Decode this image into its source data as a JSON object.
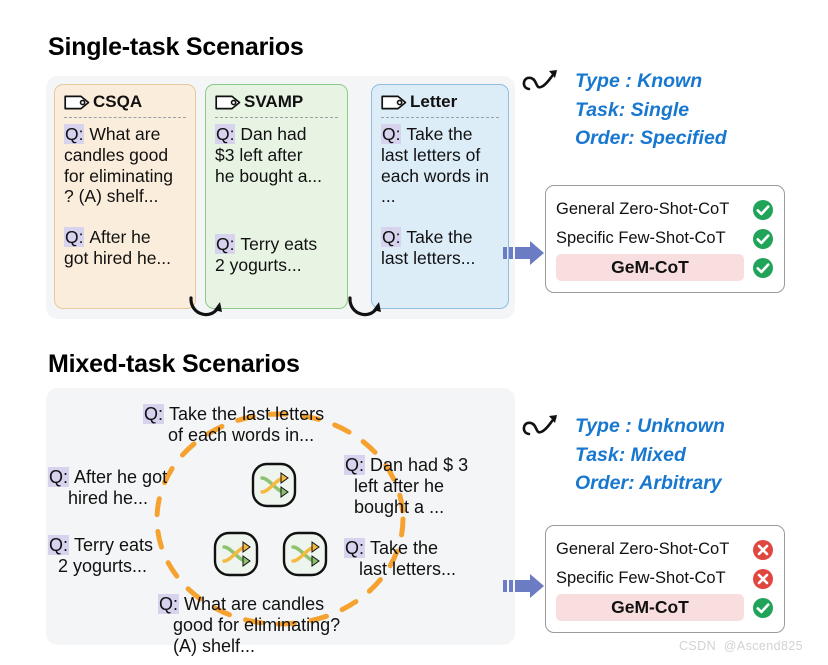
{
  "sections": {
    "single": {
      "title": "Single-task Scenarios",
      "cards": [
        {
          "name": "CSQA",
          "icon": "tag-icon",
          "questions": [
            "Q: What are\ncandles good\nfor eliminating\n? (A) shelf...",
            "Q: After he\ngot hired he..."
          ]
        },
        {
          "name": "SVAMP",
          "icon": "tag-icon",
          "questions": [
            "Q: Dan had\n$3 left after\nhe bought a...",
            "Q: Terry eats\n2 yogurts..."
          ]
        },
        {
          "name": "Letter",
          "icon": "tag-icon",
          "questions": [
            "Q: Take the\nlast letters of\neach words in\n...",
            "Q: Take the\nlast letters..."
          ]
        }
      ],
      "annotation": "Type : Known\nTask: Single\nOrder: Specified",
      "methods": [
        {
          "label": "General Zero-Shot-CoT",
          "status": "check"
        },
        {
          "label": "Specific Few-Shot-CoT",
          "status": "check"
        },
        {
          "label": "GeM-CoT",
          "status": "check",
          "highlight": true
        }
      ]
    },
    "mixed": {
      "title": "Mixed-task Scenarios",
      "questions": [
        "Q: Take the last letters\n      of each words in...",
        "Q: After he got\n     hired he...",
        "Q: Terry eats\n   2 yogurts...",
        "Q: Dan had $ 3\n   left after he\n   bought a ...",
        "Q: Take the\n    last letters...",
        "Q: What are candles\n    good for eliminating?\n    (A) shelf..."
      ],
      "shuffle_icon": "shuffle-icon",
      "annotation": "Type : Unknown\nTask: Mixed\nOrder: Arbitrary",
      "methods": [
        {
          "label": "General Zero-Shot-CoT",
          "status": "cross"
        },
        {
          "label": "Specific Few-Shot-CoT",
          "status": "cross"
        },
        {
          "label": "GeM-CoT",
          "status": "check",
          "highlight": true
        }
      ]
    }
  },
  "watermark": "CSDN  @Ascend825",
  "colors": {
    "annotation_blue": "#1877cf",
    "check_green": "#22a35a",
    "cross_red": "#e0473f",
    "highlight_pink": "#f9dedf",
    "card_csqa": "#fbeddb",
    "card_svamp": "#e7f4e3",
    "card_letter": "#dcedf8",
    "panel_gray": "#f4f5f6",
    "dashed_orange": "#f5a230",
    "block_arrow_blue": "#6b7cc4"
  }
}
